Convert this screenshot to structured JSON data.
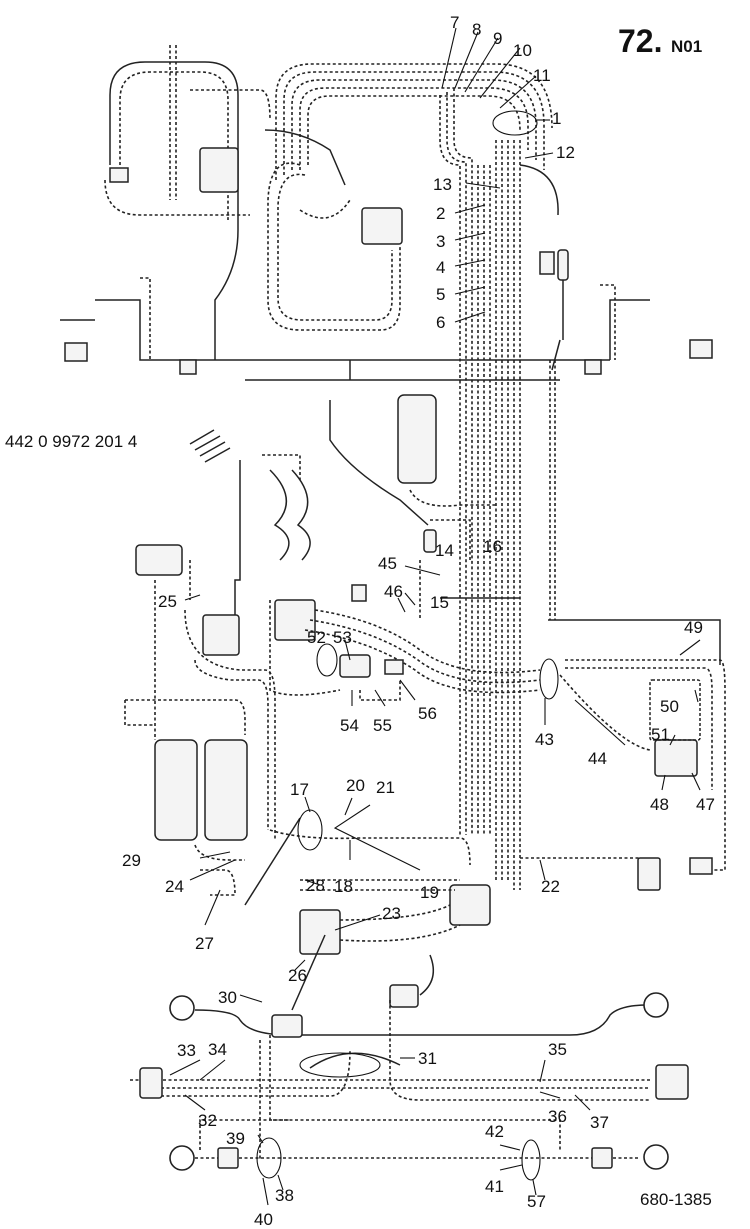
{
  "header": {
    "page_number": "72.",
    "page_suffix": "N01"
  },
  "part_number": "442 0 9972 201 4",
  "drawing_number": "680-1385",
  "labels": [
    "1",
    "2",
    "3",
    "4",
    "5",
    "6",
    "7",
    "8",
    "9",
    "10",
    "11",
    "12",
    "13",
    "14",
    "15",
    "16",
    "17",
    "18",
    "19",
    "20",
    "21",
    "22",
    "23",
    "24",
    "25",
    "26",
    "27",
    "28",
    "29",
    "30",
    "31",
    "32",
    "33",
    "34",
    "35",
    "36",
    "37",
    "38",
    "39",
    "40",
    "41",
    "42",
    "43",
    "44",
    "45",
    "46",
    "47",
    "48",
    "49",
    "50",
    "51",
    "52",
    "53",
    "54",
    "55",
    "56",
    "57"
  ]
}
